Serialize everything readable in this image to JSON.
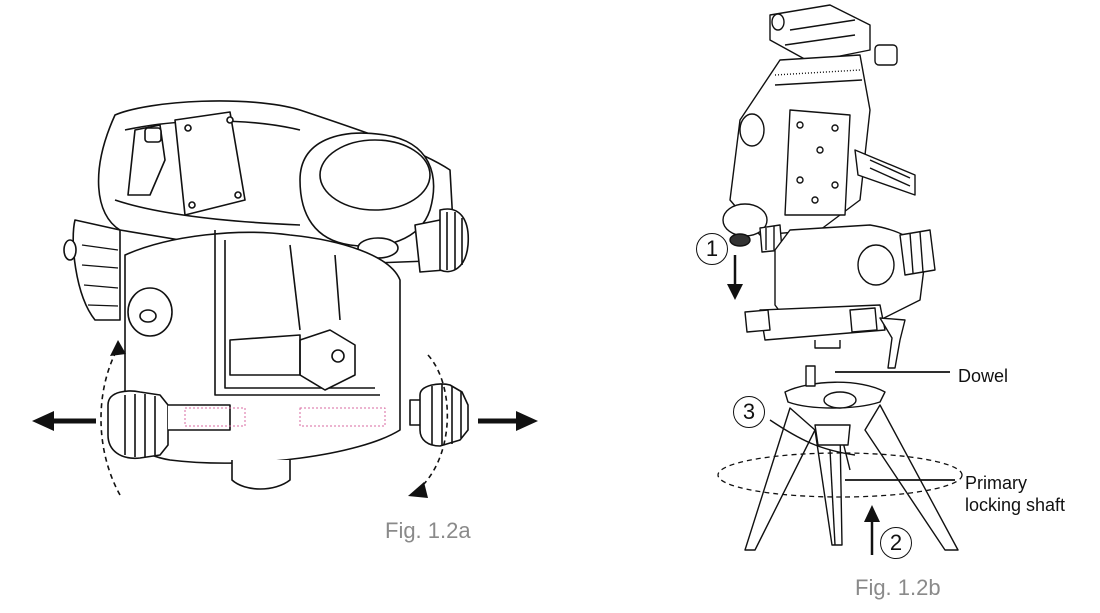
{
  "figure_a": {
    "caption": "Fig. 1.2a"
  },
  "figure_b": {
    "caption": "Fig. 1.2b",
    "labels": {
      "dowel": "Dowel",
      "shaft_line1": "Primary",
      "shaft_line2": "locking shaft"
    },
    "steps": [
      "1",
      "2",
      "3"
    ]
  }
}
